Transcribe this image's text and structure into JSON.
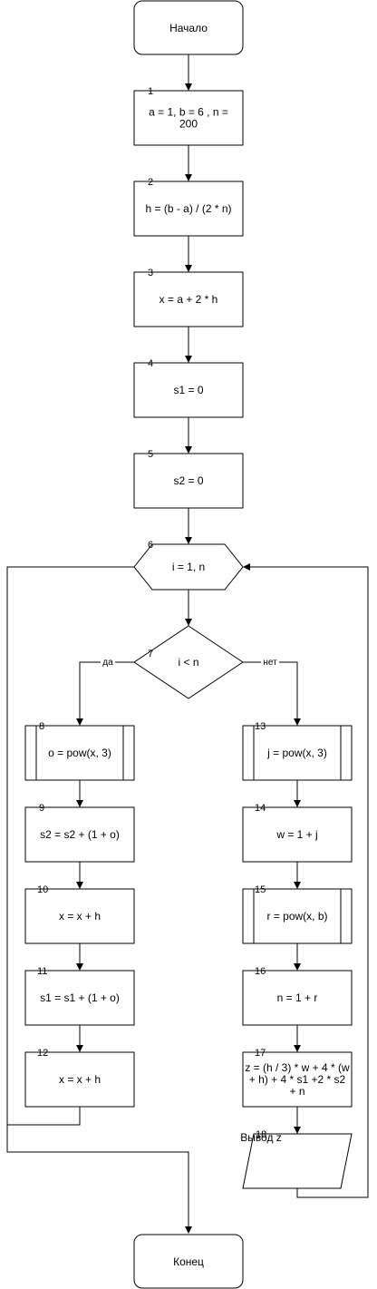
{
  "start": "Начало",
  "end": "Конец",
  "edges": {
    "yes": "да",
    "no": "нет"
  },
  "nodes": [
    {
      "num": "1",
      "lines": [
        "a = 1, b = 6 , n =",
        "200"
      ]
    },
    {
      "num": "2",
      "lines": [
        "h = (b - a) / (2 * n)"
      ]
    },
    {
      "num": "3",
      "lines": [
        "x =  a  + 2 * h"
      ]
    },
    {
      "num": "4",
      "lines": [
        "s1 = 0"
      ]
    },
    {
      "num": "5",
      "lines": [
        "s2 = 0"
      ]
    },
    {
      "num": "6",
      "lines": [
        "i = 1, n"
      ]
    },
    {
      "num": "7",
      "lines": [
        "i < n"
      ]
    },
    {
      "num": "8",
      "lines": [
        "o = pow(x, 3)"
      ]
    },
    {
      "num": "9",
      "lines": [
        "s2 = s2 + (1 + o)"
      ]
    },
    {
      "num": "10",
      "lines": [
        "x = x + h"
      ]
    },
    {
      "num": "11",
      "lines": [
        "s1 = s1 + (1 + o)"
      ]
    },
    {
      "num": "12",
      "lines": [
        "x = x + h"
      ]
    },
    {
      "num": "13",
      "lines": [
        "j = pow(x, 3)"
      ]
    },
    {
      "num": "14",
      "lines": [
        "w = 1 + j"
      ]
    },
    {
      "num": "15",
      "lines": [
        "r = pow(x, b)"
      ]
    },
    {
      "num": "16",
      "lines": [
        "n = 1 + r"
      ]
    },
    {
      "num": "17",
      "lines": [
        "z = (h / 3) * w + 4 * (w",
        "+ h) + 4 * s1 +2  * s2",
        "+  n"
      ]
    },
    {
      "num": "18",
      "lines": [
        "Вывод z"
      ]
    }
  ]
}
